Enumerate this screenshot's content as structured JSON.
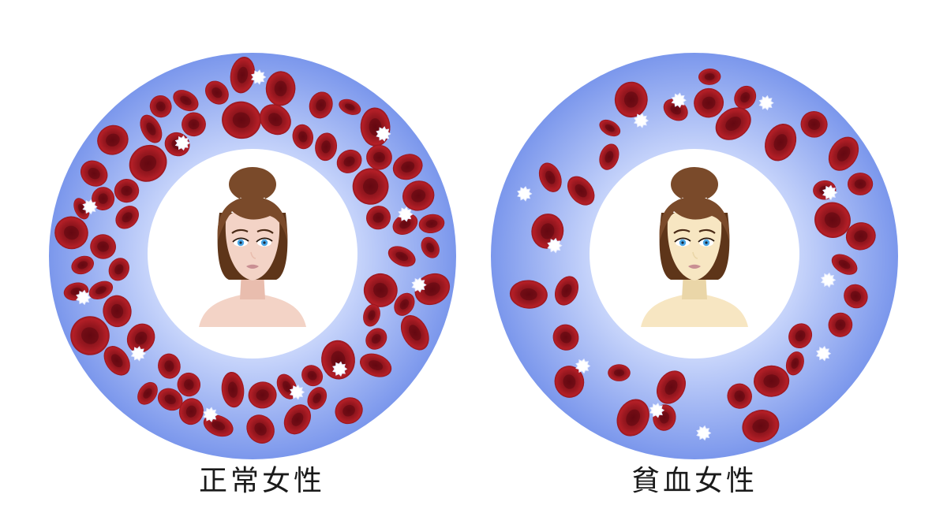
{
  "panels": [
    {
      "caption": "正常女性",
      "skin_color": "#f3d3c6",
      "skin_shadow": "#e9bdae",
      "rbc_count": 64,
      "wbc_count": 11
    },
    {
      "caption": "貧血女性",
      "skin_color": "#f7e6c2",
      "skin_shadow": "#ead6a8",
      "rbc_count": 34,
      "wbc_count": 11
    }
  ],
  "colors": {
    "ring_outer": "#7b97ec",
    "ring_inner": "#c9d6fb",
    "rbc_light": "#b41f27",
    "rbc_dark": "#6e0a12",
    "wbc": "#ffffff",
    "hair": "#7a4a2a",
    "eyes": "#4aa8e8"
  }
}
